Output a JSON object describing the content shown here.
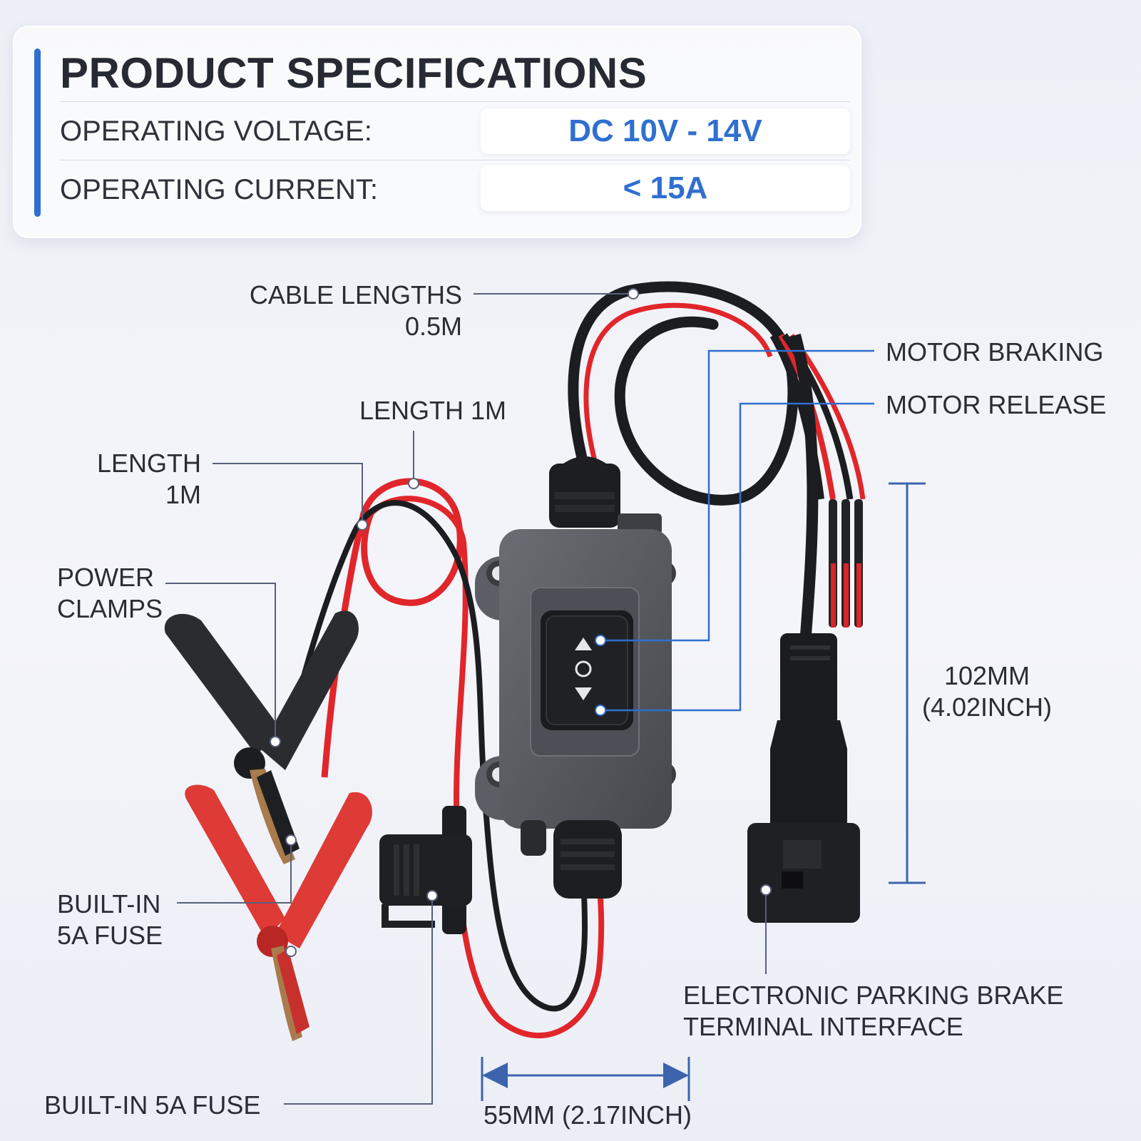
{
  "specs": {
    "title": "PRODUCT SPECIFICATIONS",
    "rows": [
      {
        "label": "OPERATING VOLTAGE:",
        "value": "DC 10V - 14V"
      },
      {
        "label": "OPERATING CURRENT:",
        "value": "< 15A"
      }
    ]
  },
  "callouts": {
    "cable_lengths": {
      "line1": "CABLE LENGTHS",
      "line2": "0.5M"
    },
    "length_1m_top": "LENGTH 1M",
    "length_1m_left": {
      "line1": "LENGTH",
      "line2": "1M"
    },
    "power_clamps": {
      "line1": "POWER",
      "line2": "CLAMPS"
    },
    "motor_braking": "MOTOR BRAKING",
    "motor_release": "MOTOR RELEASE",
    "height_dim": {
      "line1": "102MM",
      "line2": "(4.02INCH)"
    },
    "builtin_fuse_clamp": {
      "line1": "BUILT-IN",
      "line2": "5A FUSE"
    },
    "builtin_fuse_bottom": "BUILT-IN 5A FUSE",
    "terminal_interface": {
      "line1": "ELECTRONIC PARKING BRAKE",
      "line2": "TERMINAL INTERFACE"
    },
    "width_dim": "55MM (2.17INCH)"
  },
  "colors": {
    "accent": "#2f6fd0",
    "wire_red": "#e0262a",
    "wire_black": "#1c1d20",
    "housing": "#55595f"
  },
  "icons": {
    "switch_up": "triangle-up",
    "switch_off": "circle",
    "switch_down": "triangle-down"
  }
}
